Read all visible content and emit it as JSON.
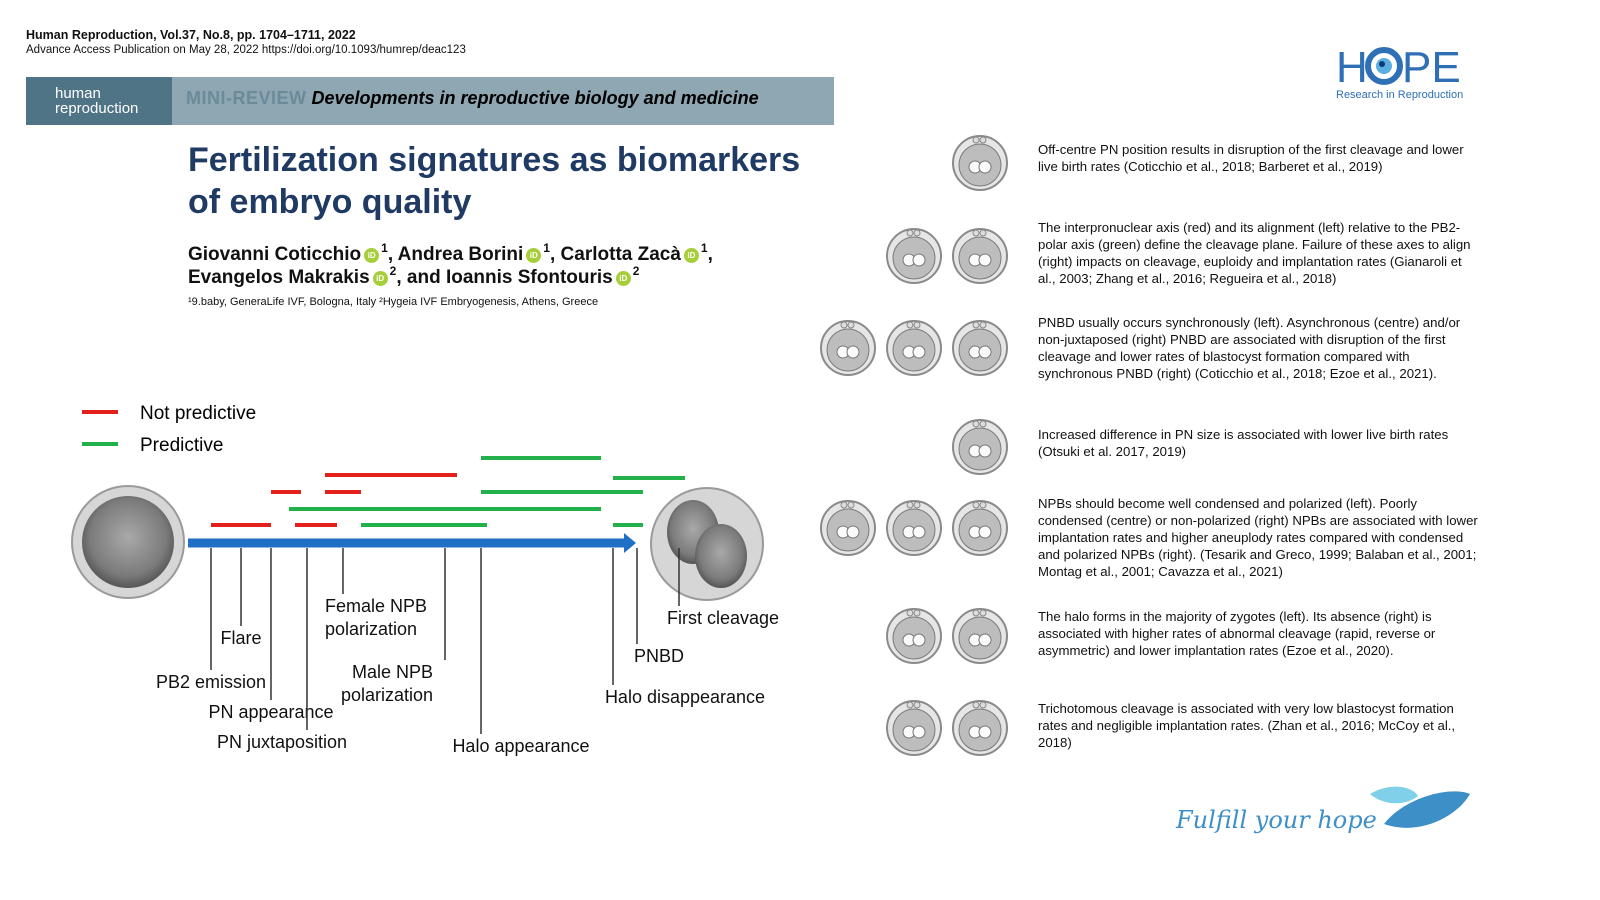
{
  "header": {
    "journal_line": "Human Reproduction, Vol.37, No.8, pp. 1704–1711, 2022",
    "access_line": "Advance Access Publication on May 28, 2022   https://doi.org/10.1093/humrep/deac123"
  },
  "banner": {
    "logo_line1": "human",
    "logo_line2": "reproduction",
    "article_type": "MINI-REVIEW",
    "topic": "Developments in reproductive biology and medicine"
  },
  "article": {
    "title": "Fertilization signatures as biomarkers of embryo quality",
    "authors_line1": [
      {
        "name": "Giovanni Coticchio",
        "aff": "1"
      },
      {
        "name": "Andrea Borini",
        "aff": "1"
      },
      {
        "name": "Carlotta Zacà",
        "aff": "1"
      }
    ],
    "authors_line2": [
      {
        "name": "Evangelos Makrakis",
        "aff": "2"
      },
      {
        "name": "Ioannis Sfontouris",
        "aff": "2"
      }
    ],
    "and_word": "and",
    "affiliations": "¹9.baby, GeneraLife IVF, Bologna, Italy ²Hygeia IVF Embryogenesis, Athens, Greece"
  },
  "legend": {
    "not_predictive": "Not predictive",
    "predictive": "Predictive",
    "colors": {
      "not_predictive": "#e3201b",
      "predictive": "#22b04b",
      "axis": "#1f6fc5"
    }
  },
  "timeline": {
    "events": [
      {
        "label": "PB2 emission",
        "t": 0.1
      },
      {
        "label": "Flare",
        "t": 0.6
      },
      {
        "label": "PN appearance",
        "t": 1.1
      },
      {
        "label": "PN juxtaposition",
        "t": 1.7
      },
      {
        "label": "Female NPB polarization",
        "t": 2.3
      },
      {
        "label": "Male NPB polarization",
        "t": 4.0
      },
      {
        "label": "Halo appearance",
        "t": 4.6
      },
      {
        "label": "Halo disappearance",
        "t": 6.8
      },
      {
        "label": "PNBD",
        "t": 7.2
      },
      {
        "label": "First cleavage",
        "t": 7.9
      }
    ],
    "bars": [
      {
        "type": "not_predictive",
        "start": 0.1,
        "end": 1.1,
        "row": 0
      },
      {
        "type": "not_predictive",
        "start": 1.5,
        "end": 2.2,
        "row": 0
      },
      {
        "type": "predictive",
        "start": 2.6,
        "end": 4.7,
        "row": 0
      },
      {
        "type": "predictive",
        "start": 6.8,
        "end": 7.3,
        "row": 0
      },
      {
        "type": "predictive",
        "start": 1.4,
        "end": 6.6,
        "row": 1
      },
      {
        "type": "not_predictive",
        "start": 1.1,
        "end": 1.6,
        "row": 2
      },
      {
        "type": "not_predictive",
        "start": 2.0,
        "end": 2.6,
        "row": 2
      },
      {
        "type": "predictive",
        "start": 4.6,
        "end": 7.3,
        "row": 2
      },
      {
        "type": "predictive",
        "start": 6.8,
        "end": 8.0,
        "row": 3
      },
      {
        "type": "not_predictive",
        "start": 2.0,
        "end": 4.2,
        "row": 4
      },
      {
        "type": "predictive",
        "start": 4.6,
        "end": 6.6,
        "row": 5
      }
    ]
  },
  "findings": [
    {
      "icons": 1,
      "text": "Off-centre PN position results in disruption of the first cleavage and lower live birth rates (Coticchio et al., 2018; Barberet et al., 2019)"
    },
    {
      "icons": 2,
      "text": "The interpronuclear axis (red) and its alignment (left) relative to the PB2-polar axis (green) define the cleavage plane. Failure of these axes to align (right) impacts on cleavage, euploidy and implantation rates (Gianaroli et al., 2003; Zhang et al., 2016; Regueira et al., 2018)"
    },
    {
      "icons": 3,
      "text": "PNBD usually occurs synchronously (left). Asynchronous (centre) and/or non-juxtaposed (right) PNBD are associated with disruption of the first cleavage and lower rates of  blastocyst formation compared with synchronous PNBD (right)  (Coticchio et al., 2018; Ezoe et al., 2021)."
    },
    {
      "icons": 1,
      "text": "Increased difference in PN size is associated with lower live birth rates (Otsuki et al. 2017, 2019)"
    },
    {
      "icons": 3,
      "text": "NPBs should become well condensed and polarized (left). Poorly condensed (centre) or non-polarized (right) NPBs are associated with lower implantation rates and higher aneuplody rates compared with condensed and polarized NPBs (right). (Tesarik and Greco, 1999; Balaban et al., 2001; Montag et al., 2001; Cavazza et al., 2021)"
    },
    {
      "icons": 2,
      "text": "The halo forms in the majority of zygotes (left). Its absence (right) is associated with higher rates of abnormal cleavage (rapid, reverse or asymmetric) and lower implantation rates (Ezoe et al., 2020)."
    },
    {
      "icons": 2,
      "text": "Trichotomous cleavage is associated with very low blastocyst formation rates and negligible implantation rates. (Zhan et al., 2016; McCoy et al., 2018)"
    }
  ],
  "brand": {
    "logo_text": "HOPE",
    "logo_subtitle": "Research in Reproduction",
    "tagline": "Fulfill your hope",
    "colors": {
      "brand": "#2e6fb5",
      "accent": "#5aaee0"
    }
  }
}
